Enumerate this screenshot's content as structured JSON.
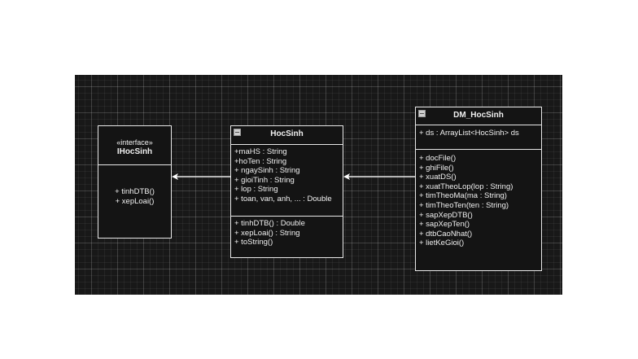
{
  "diagram": {
    "type": "UML class diagram",
    "background_color": "#181818",
    "line_color": "#e8e8e8",
    "text_color": "#f0f0f0"
  },
  "classes": {
    "ihocsinh": {
      "stereotype": "«interface»",
      "name": "IHocSinh",
      "methods": [
        "+ tinhDTB()",
        "+ xepLoai()"
      ]
    },
    "hocsinh": {
      "name": "HocSinh",
      "attributes": [
        "+maHS : String",
        "+hoTen : String",
        "+ ngaySinh : String",
        "+ gioiTinh : String",
        "+ lop : String",
        "+ toan, van, anh, ... : Double"
      ],
      "methods": [
        "+ tinhDTB() : Double",
        "+ xepLoai() : String",
        "+ toString()"
      ]
    },
    "dm_hocsinh": {
      "name": "DM_HocSinh",
      "attributes": [
        "+ ds : ArrayList<HocSinh> ds"
      ],
      "methods": [
        "+ docFile()",
        "+ ghiFile()",
        "+ xuatDS()",
        "+ xuatTheoLop(lop : String)",
        "+ timTheoMa(ma : String)",
        "+ timTheoTen(ten : String)",
        "+ sapXepDTB()",
        "+ sapXepTen()",
        "+ dtbCaoNhat()",
        "+ lietKeGioi()"
      ]
    }
  },
  "relationships": [
    {
      "from": "HocSinh",
      "to": "IHocSinh",
      "kind": "arrow"
    },
    {
      "from": "DM_HocSinh",
      "to": "HocSinh",
      "kind": "arrow"
    }
  ]
}
